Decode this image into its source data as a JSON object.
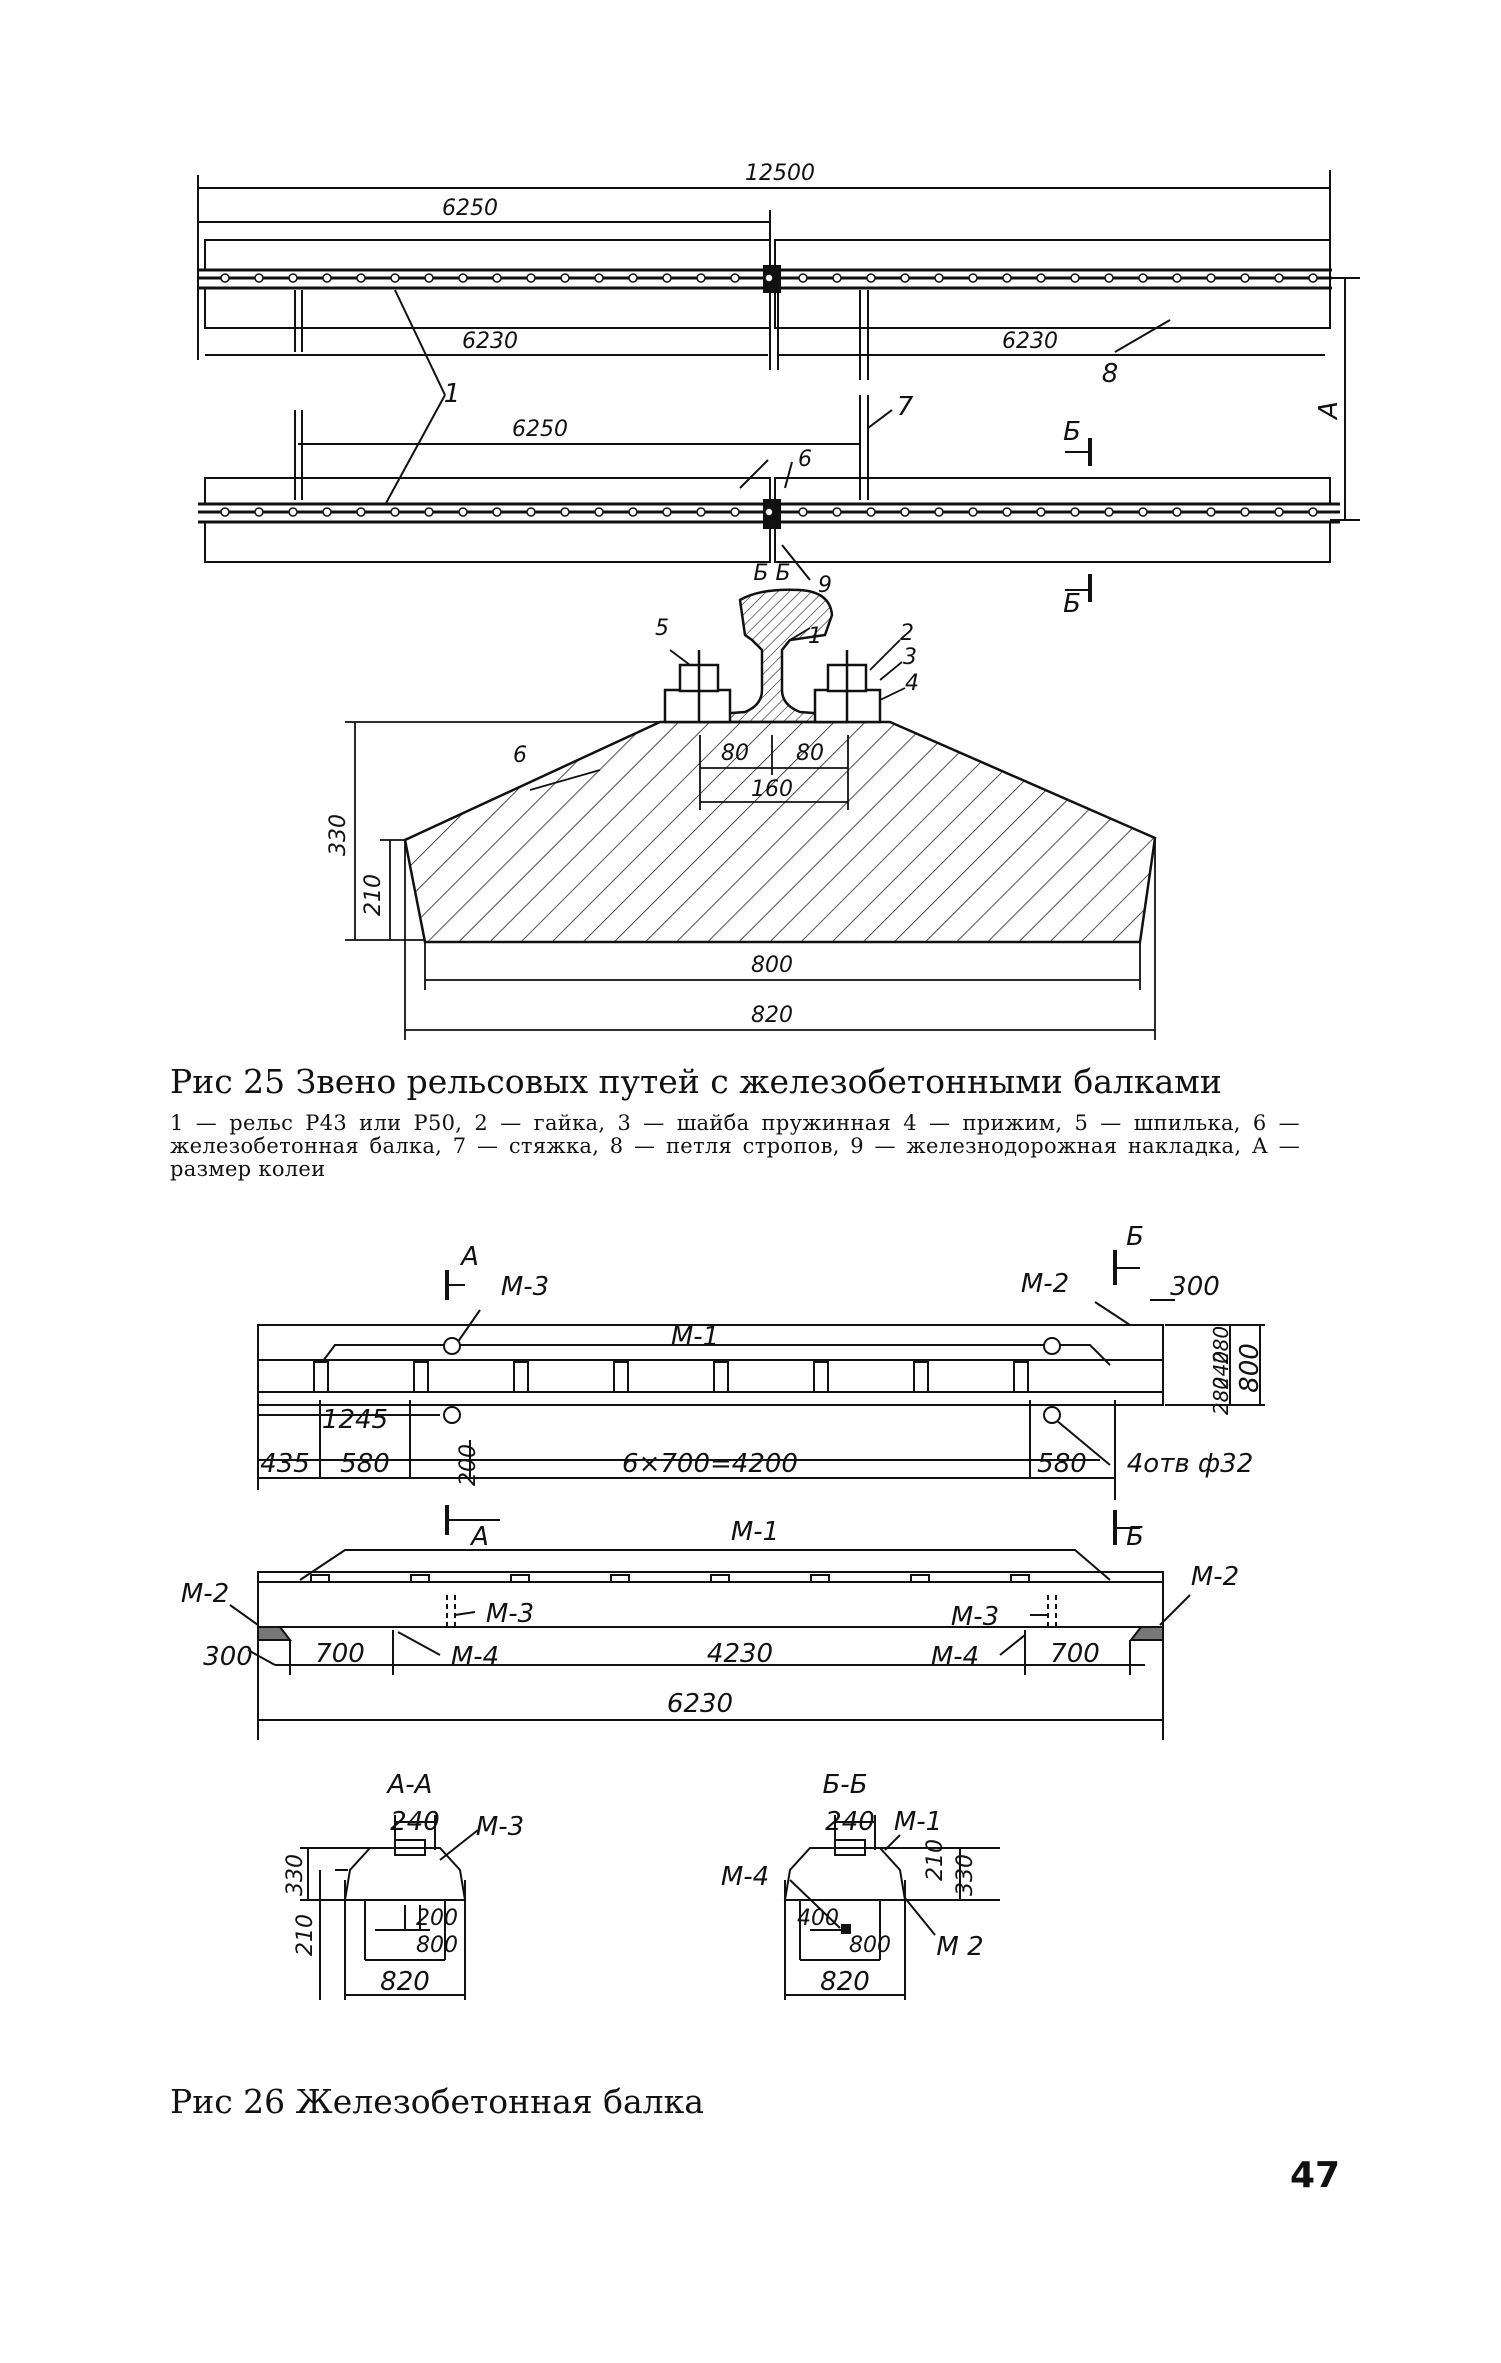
{
  "fig25": {
    "caption": "Рис 25 Звено рельсовых путей с железобетонными балками",
    "legend": "1 — рельс Р43 или Р50, 2 — гайка, 3 — шайба пружинная 4 — прижим, 5 — шпилька, 6 — железобетонная балка, 7 — стяжка, 8 — петля стропов, 9 — железнодорожная накладка, А — размер колеи",
    "plan": {
      "dim_total": "12500",
      "dim_half_top": "6250",
      "dim_6230_left": "6230",
      "dim_6230_right": "6230",
      "dim_6250_lower": "6250",
      "label_1": "1",
      "label_6": "6",
      "label_7": "7",
      "label_8": "8",
      "label_9": "9",
      "label_A": "А",
      "section_mark_top": "Б",
      "section_mark_bottom": "Б"
    },
    "section": {
      "title": "Б Б",
      "label_1": "1",
      "label_2": "2",
      "label_3": "3",
      "label_4": "4",
      "label_5": "5",
      "label_6": "6",
      "dim_80_left": "80",
      "dim_80_right": "80",
      "dim_160": "160",
      "dim_330": "330",
      "dim_210": "210",
      "dim_800": "800",
      "dim_820": "820"
    }
  },
  "fig26": {
    "caption": "Рис 26 Железобетонная балка",
    "plan": {
      "mark_A": "А",
      "mark_B": "Б",
      "label_M3": "М-3",
      "label_M1": "М-1",
      "label_M2": "М-2",
      "dim_300": "300",
      "dim_280_a": "280",
      "dim_240": "240",
      "dim_280_b": "280",
      "dim_800": "800",
      "dim_1245": "1245",
      "dim_200": "200",
      "dim_435": "435",
      "dim_580_left": "580",
      "dim_6x700": "6×700=4200",
      "dim_580_right": "580",
      "holes_label": "4отв ф32"
    },
    "elevation": {
      "mark_A": "А",
      "mark_B": "Б",
      "label_M1": "М-1",
      "label_M2_left": "М-2",
      "label_M2_right": "М-2",
      "label_M3_left": "М-3",
      "label_M3_right": "М-3",
      "label_M4_left": "М-4",
      "label_M4_right": "М-4",
      "dim_300": "300",
      "dim_700_left": "700",
      "dim_4230": "4230",
      "dim_700_right": "700",
      "dim_6230": "6230"
    },
    "section_AA": {
      "title": "А-А",
      "dim_240": "240",
      "label_M3": "М-3",
      "dim_330": "330",
      "dim_210": "210",
      "dim_200": "200",
      "dim_800": "800",
      "dim_820": "820"
    },
    "section_BB": {
      "title": "Б-Б",
      "dim_240": "240",
      "label_M1": "М-1",
      "label_M4": "М-4",
      "dim_210": "210",
      "dim_330": "330",
      "dim_400": "400",
      "dim_800": "800",
      "label_M2": "М 2",
      "dim_820": "820"
    }
  },
  "page_number": "47"
}
